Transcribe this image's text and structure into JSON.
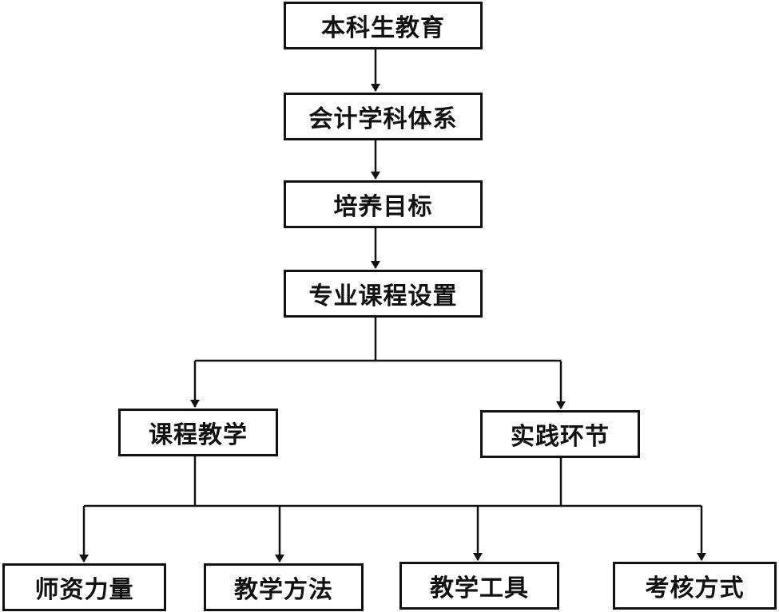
{
  "nodes": {
    "root": "本科生教育",
    "system": "会计学科体系",
    "goal": "培养目标",
    "course_setup": "专业课程设置",
    "course_teaching": "课程教学",
    "practice": "实践环节",
    "faculty": "师资力量",
    "method": "教学方法",
    "tools": "教学工具",
    "assessment": "考核方式"
  },
  "edges": [
    {
      "from": "root",
      "to": "system"
    },
    {
      "from": "system",
      "to": "goal"
    },
    {
      "from": "goal",
      "to": "course_setup"
    },
    {
      "from": "course_setup",
      "to": "course_teaching"
    },
    {
      "from": "course_setup",
      "to": "practice"
    },
    {
      "from": "course_teaching",
      "to": "faculty"
    },
    {
      "from": "course_teaching",
      "to": "method"
    },
    {
      "from": "practice",
      "to": "tools"
    },
    {
      "from": "practice",
      "to": "assessment"
    }
  ],
  "colors": {
    "line": "#111111",
    "box_border": "#111111",
    "background": "#ffffff"
  }
}
